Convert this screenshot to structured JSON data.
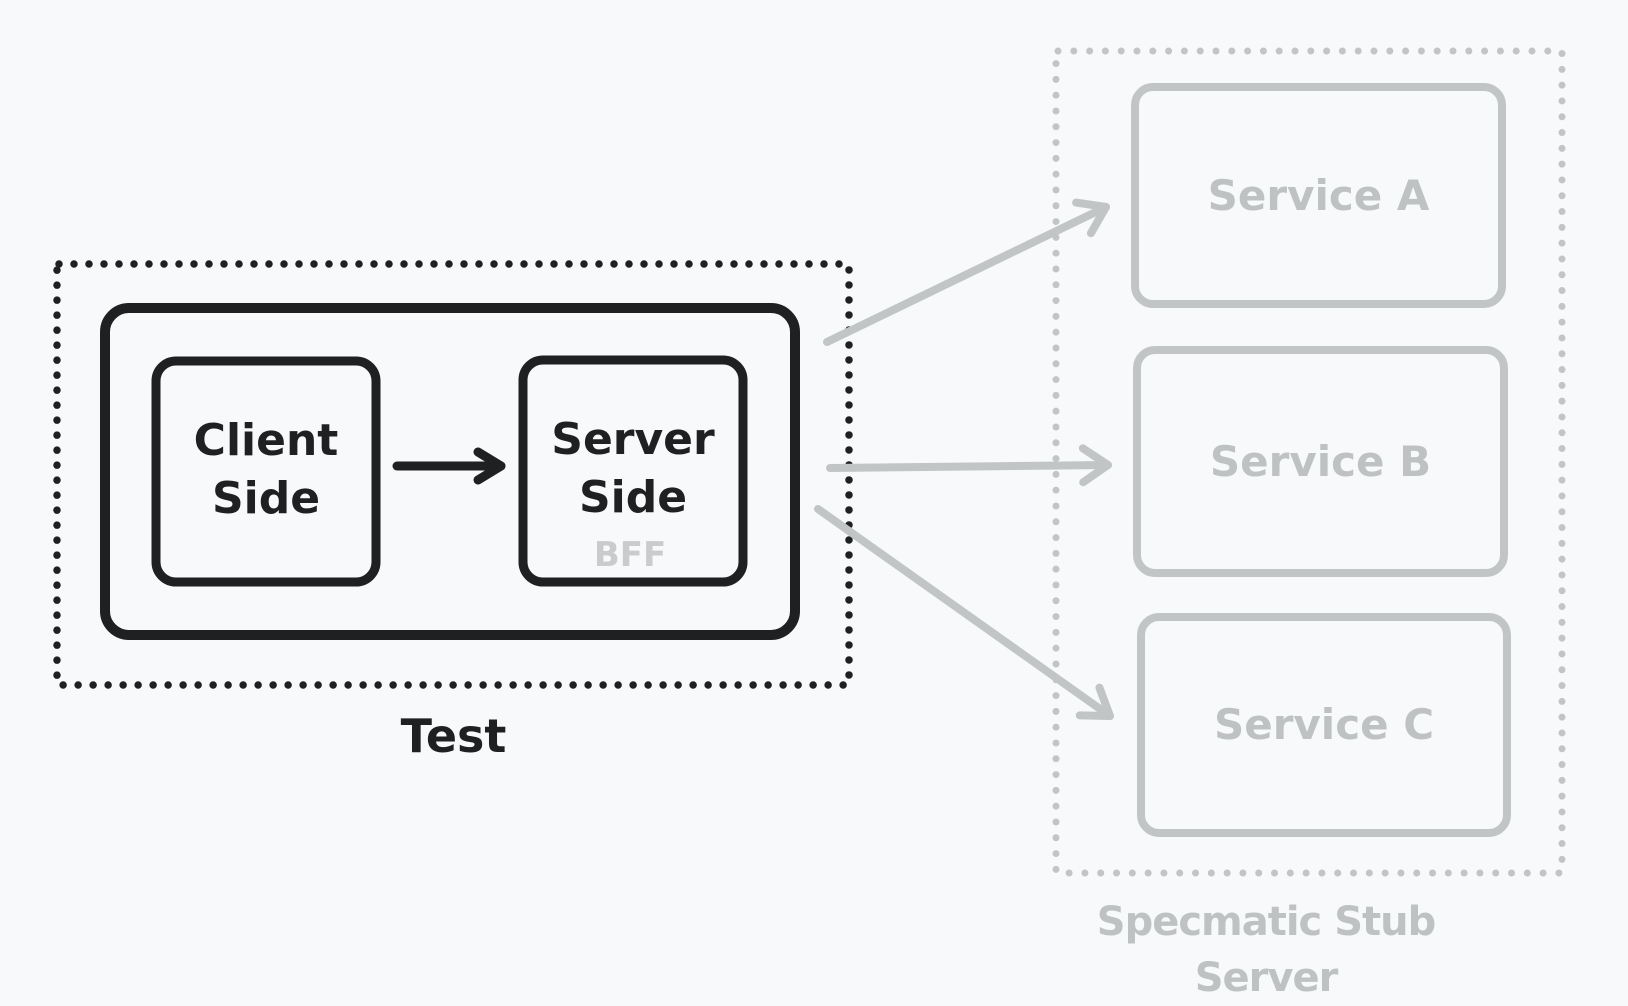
{
  "colors": {
    "background": "#f8f9fa",
    "ink": "#1e2022",
    "muted": "#c2c5c6",
    "muted_text": "#bfc2c3",
    "bff_text": "#c9cbcc"
  },
  "test_group": {
    "caption": "Test",
    "client_box_label": "Client Side",
    "server_box_label": "Server Side",
    "server_box_sublabel": "BFF"
  },
  "stub_group": {
    "caption": "Specmatic Stub Server",
    "services": [
      {
        "label": "Service A"
      },
      {
        "label": "Service B"
      },
      {
        "label": "Service C"
      }
    ]
  }
}
